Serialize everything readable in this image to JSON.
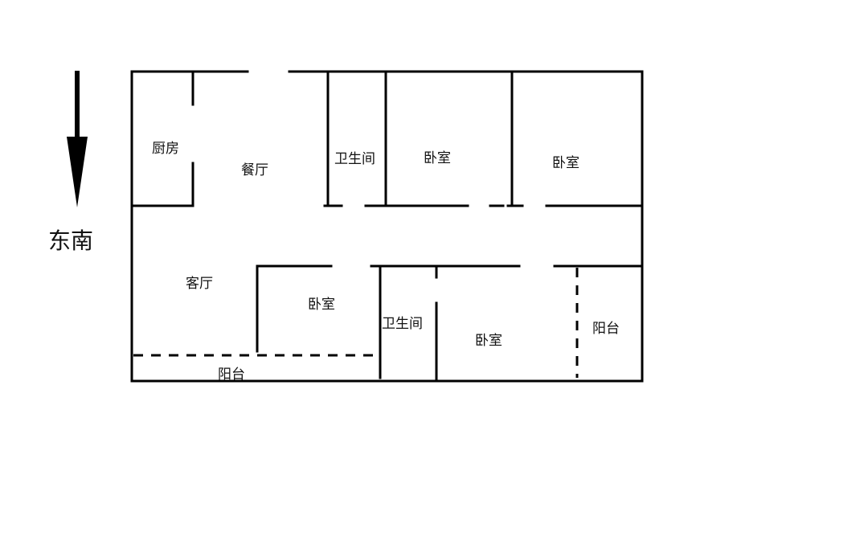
{
  "compass": {
    "direction_label": "东南",
    "arrow_icon": "down-arrow-icon"
  },
  "rooms": {
    "kitchen": "厨房",
    "dining": "餐厅",
    "bathroom_top": "卫生间",
    "bedroom_top_1": "卧室",
    "bedroom_top_2": "卧室",
    "living": "客厅",
    "bedroom_mid": "卧室",
    "bathroom_bottom": "卫生间",
    "bedroom_bottom": "卧室",
    "balcony_right": "阳台",
    "balcony_bottom": "阳台"
  }
}
